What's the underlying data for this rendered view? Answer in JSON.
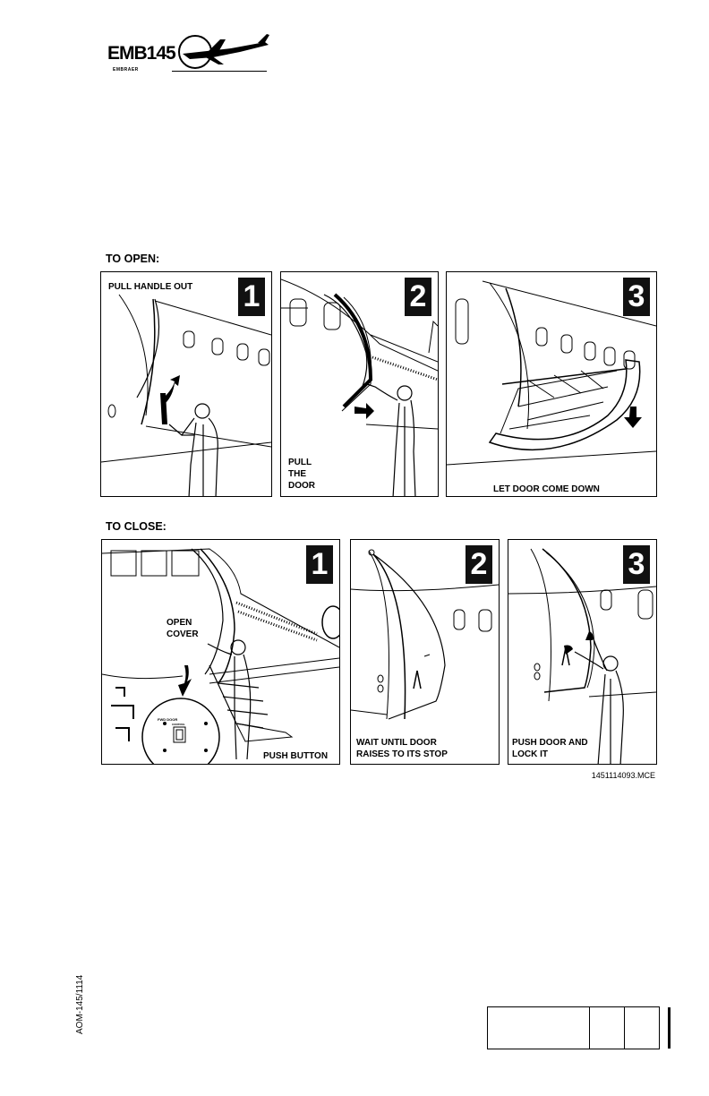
{
  "header": {
    "logo_text": "EMB145",
    "logo_sub": "EMBRAER",
    "logo_icon": "aircraft-emblem-icon"
  },
  "open": {
    "title": "TO OPEN:",
    "panels": [
      {
        "number": "1",
        "caption": "PULL HANDLE OUT"
      },
      {
        "number": "2",
        "caption": "PULL\nTHE\nDOOR"
      },
      {
        "number": "3",
        "caption": "LET DOOR COME DOWN"
      }
    ]
  },
  "close": {
    "title": "TO CLOSE:",
    "panels": [
      {
        "number": "1",
        "caption": "PUSH BUTTON",
        "callout": "OPEN\nCOVER",
        "placard": "FWD DOOR",
        "placard_sub": "CONTROL"
      },
      {
        "number": "2",
        "caption": "WAIT UNTIL DOOR\nRAISES TO ITS STOP"
      },
      {
        "number": "3",
        "caption": "PUSH DOOR AND\nLOCK IT"
      }
    ]
  },
  "figure_ref": "1451114093.MCE",
  "footer": {
    "doc_code": "AOM-145/1114"
  }
}
